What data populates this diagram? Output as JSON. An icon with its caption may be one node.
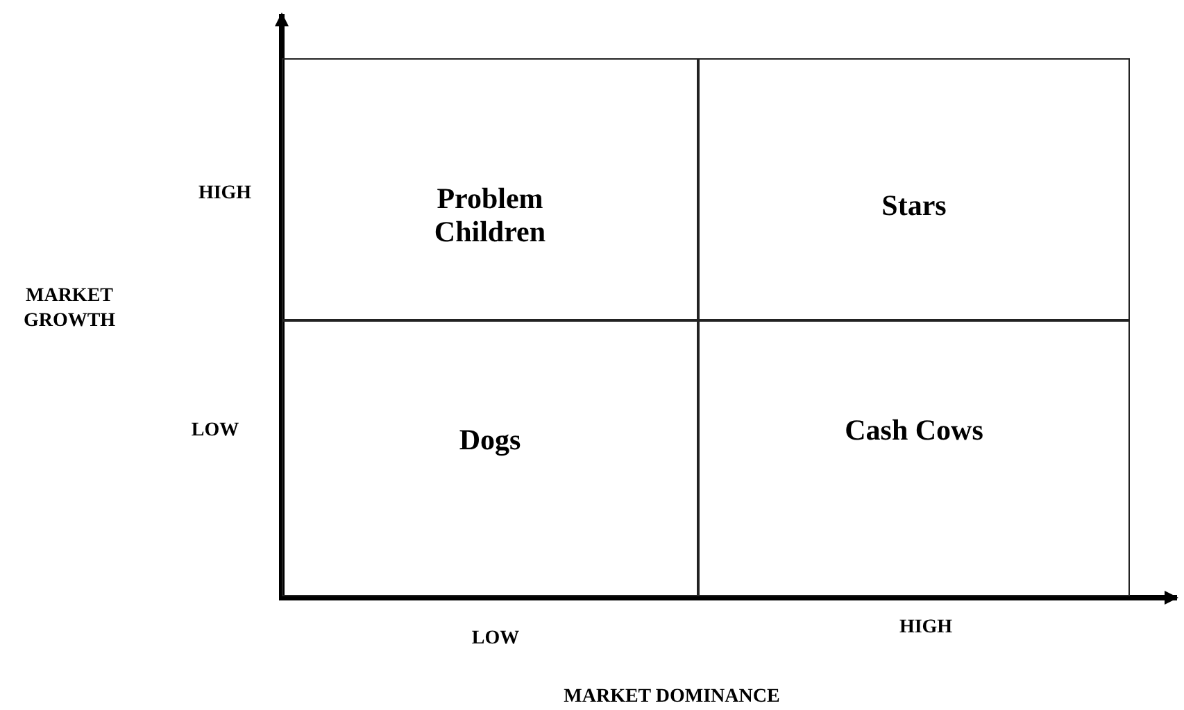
{
  "diagram": {
    "nodes": [
      {
        "text": [
          "Problem Children"
        ]
      },
      {
        "text": [
          "Stars"
        ]
      },
      {
        "text": [
          "Dogs"
        ]
      },
      {
        "text": [
          "Cash Cows"
        ]
      }
    ],
    "labels": [
      "HIGH",
      "MARKET GROWTH",
      "LOW",
      "LOW",
      "HIGH",
      "MARKET DOMINANCE"
    ]
  }
}
